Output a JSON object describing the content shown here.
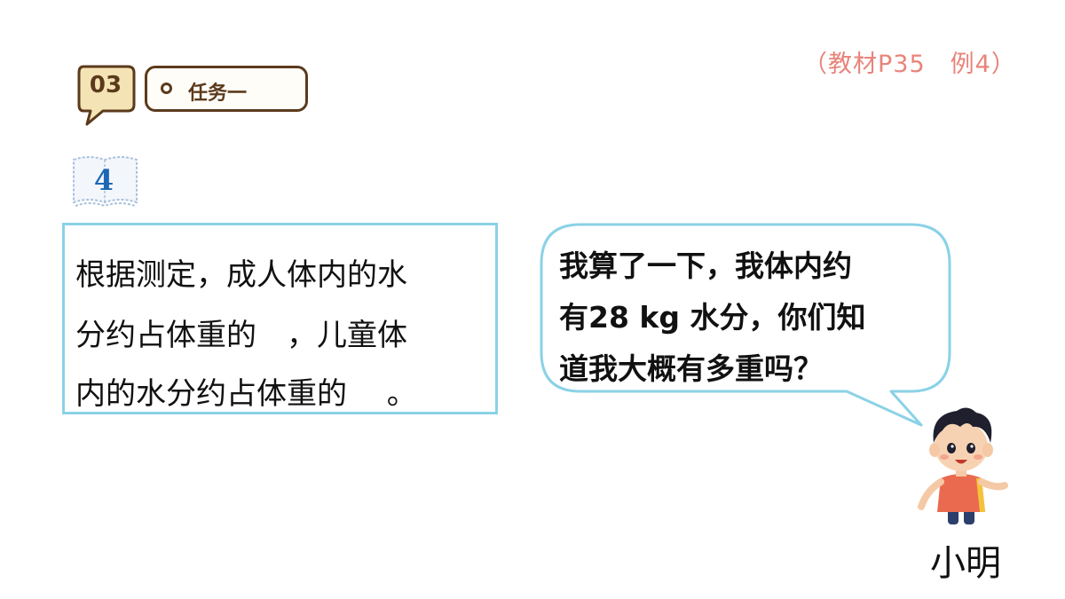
{
  "header": {
    "reference": "（教材P35　例4）",
    "section_number": "03",
    "task_label": "任务一"
  },
  "example": {
    "number": "4"
  },
  "problem": {
    "lines": [
      "根据测定，成人体内的水",
      "分约占体重的　，儿童体",
      "内的水分约占体重的　 。"
    ]
  },
  "speech": {
    "lines": [
      "我算了一下，我体内约",
      "有28 kg 水分，你们知",
      "道我大概有多重吗？"
    ]
  },
  "character": {
    "name": "小明"
  },
  "colors": {
    "badge_fill": "#f4e3b5",
    "badge_border": "#5b3a1c",
    "box_border": "#8ad2e6",
    "reference_text": "#e8847a",
    "example_number": "#1d67b5"
  }
}
